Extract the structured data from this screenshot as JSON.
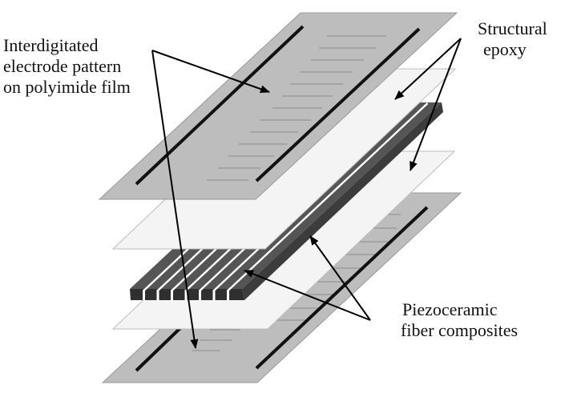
{
  "labels": {
    "electrode_line1": "Interdigitated",
    "electrode_line2": "electrode pattern",
    "electrode_line3": "on polyimide film",
    "epoxy_line1": "Structural",
    "epoxy_line2": "epoxy",
    "fiber_line1": "Piezoceramic",
    "fiber_line2": "fiber composites"
  },
  "colors": {
    "film": "#bdbdbd",
    "epoxy": "#f4f4f4",
    "fiber_top": "#555555",
    "fiber_front": "#2f2f2f",
    "fiber_side": "#3c3c3c",
    "bus_bar": "#111111",
    "finger": "#8a8a8a",
    "leader": "#000000"
  }
}
